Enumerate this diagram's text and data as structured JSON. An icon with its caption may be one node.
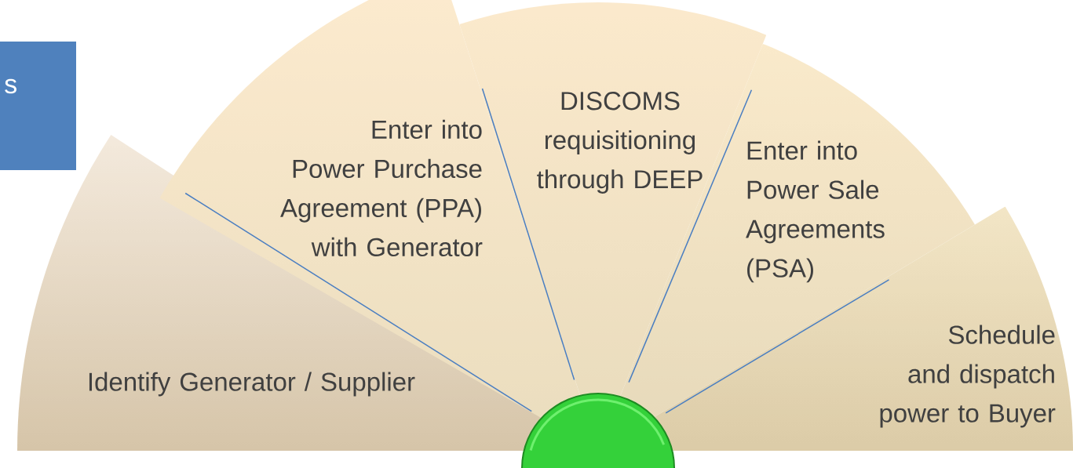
{
  "diagram": {
    "nodes": [
      {
        "text": [
          "s"
        ]
      },
      {
        "text": [
          "Identify Generator / Supplier"
        ]
      },
      {
        "text": [
          "Enter into Power Purchase Agreement (PPA) with Generator"
        ]
      },
      {
        "text": [
          "DISCOMS requisitioning through DEEP"
        ]
      },
      {
        "text": [
          "Enter into Power Sale Agreements (PSA)"
        ]
      },
      {
        "text": [
          "Schedule and dispatch power to Buyer"
        ]
      },
      {
        "text": [],
        "shape": "circle"
      }
    ]
  }
}
